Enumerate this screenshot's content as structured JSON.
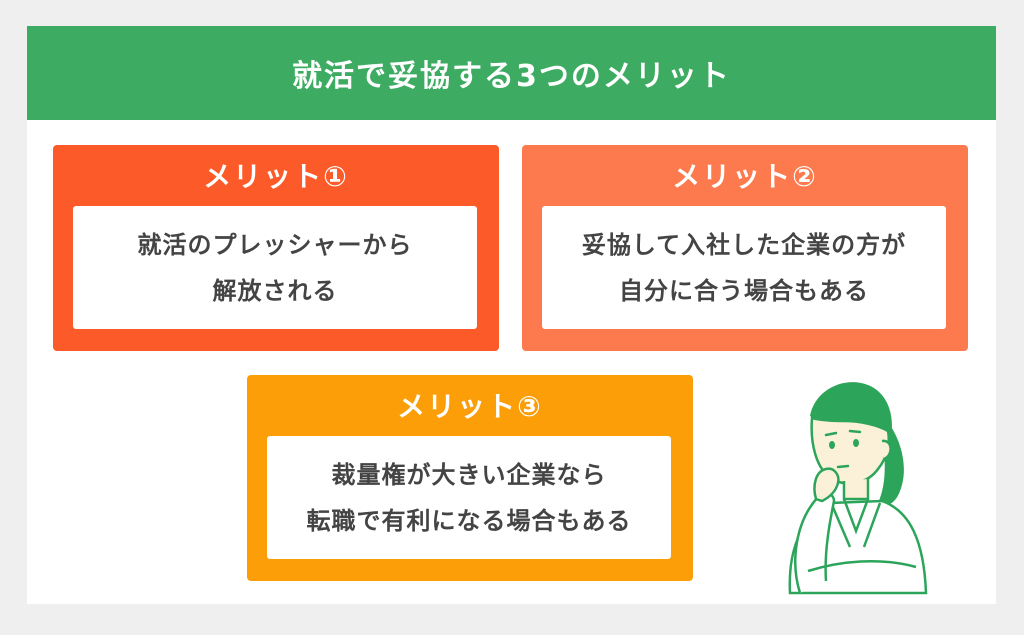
{
  "title": "就活で妥協する3つのメリット",
  "colors": {
    "background": "#efefef",
    "title_bar": "#3eab62",
    "merit_1": "#fc5a28",
    "merit_2": "#fc7a4e",
    "merit_3": "#fb9e08",
    "body_text": "#444444",
    "illustration_stroke": "#2ca55a"
  },
  "merits": [
    {
      "heading": "メリット①",
      "lines": [
        "就活のプレッシャーから",
        "解放される"
      ]
    },
    {
      "heading": "メリット②",
      "lines": [
        "妥協して入社した企業の方が",
        "自分に合う場合もある"
      ]
    },
    {
      "heading": "メリット③",
      "lines": [
        "裁量権が大きい企業なら",
        "転職で有利になる場合もある"
      ]
    }
  ],
  "illustration": {
    "icon": "thinking-woman-illustration"
  }
}
